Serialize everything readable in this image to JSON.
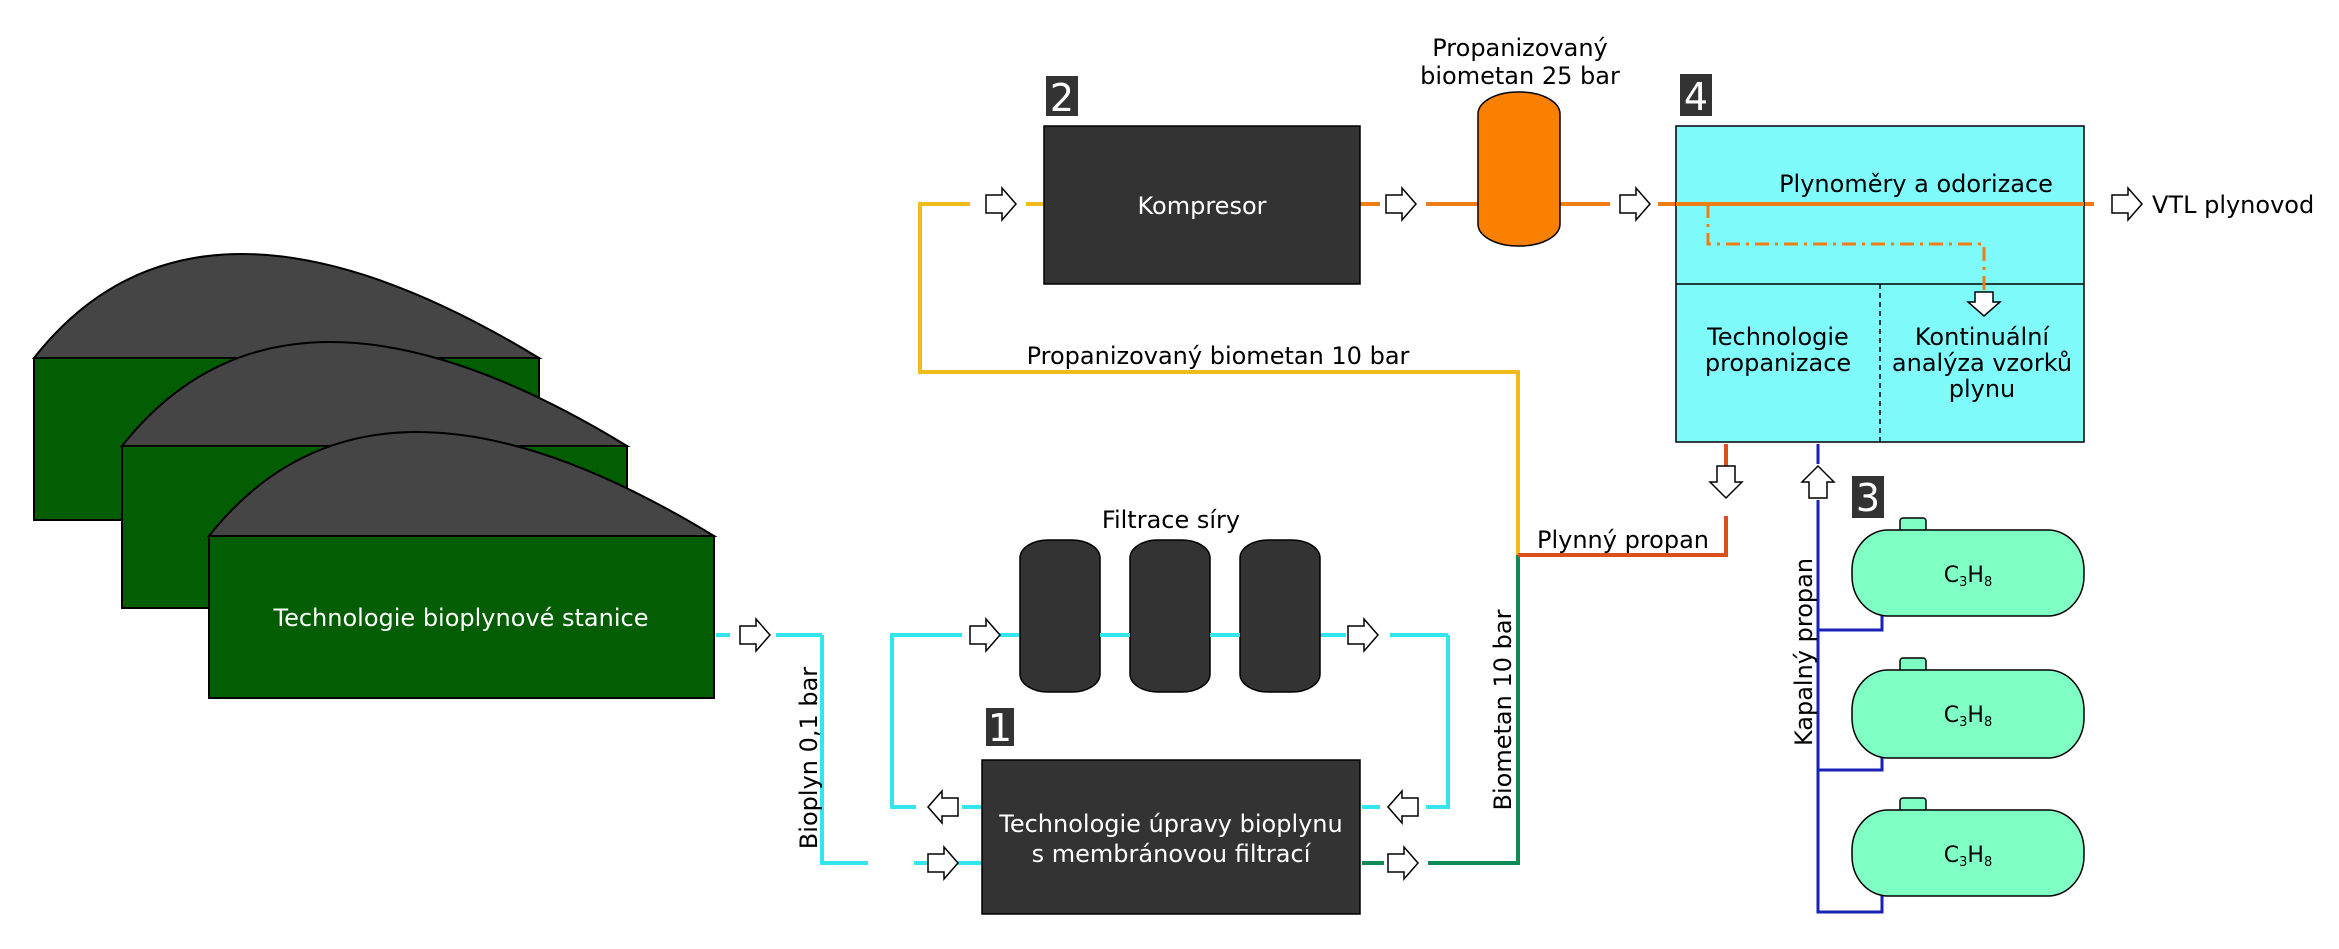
{
  "labels": {
    "bioplyn_station": "Technologie bioplynové stanice",
    "bioplyn_pipe": "Bioplyn 0,1 bar",
    "filtrace": "Filtrace síry",
    "membrane_line1": "Technologie úpravy bioplynu",
    "membrane_line2": "s membránovou filtrací",
    "biometan_pipe": "Biometan 10 bar",
    "biometan10": "Propanizovaný biometan 10 bar",
    "kompresor": "Kompresor",
    "biometan25_line1": "Propanizovaný",
    "biometan25_line2": "biometan 25 bar",
    "plynomery": "Plynoměry a odorizace",
    "vtl": "VTL plynovod",
    "propanizace_line1": "Technologie",
    "propanizace_line2": "propanizace",
    "analyza_line1": "Kontinuální",
    "analyza_line2": "analýza vzorků",
    "analyza_line3": "plynu",
    "plynny_propan": "Plynný propan",
    "kapalny_propan": "Kapalný propan",
    "tank_c": "C",
    "tank_c_sub": "3",
    "tank_h": "H",
    "tank_h_sub": "8"
  },
  "steps": {
    "step1": "1",
    "step2": "2",
    "step3": "3",
    "step4": "4"
  },
  "colors": {
    "bioplyn_line": "#33e6ee",
    "biometan_line": "#108a55",
    "biometan10_line": "#f2bb1c",
    "biometan25_line": "#ee7d14",
    "propan_gas_line": "#d9501a",
    "propan_liquid_line": "#1a22b5",
    "dome": "#454545",
    "station_base": "#035e03",
    "box_dark": "#333333",
    "cyan_box": "#80fbfc",
    "tank": "#80ffc4",
    "orange_tank": "#f98000"
  }
}
